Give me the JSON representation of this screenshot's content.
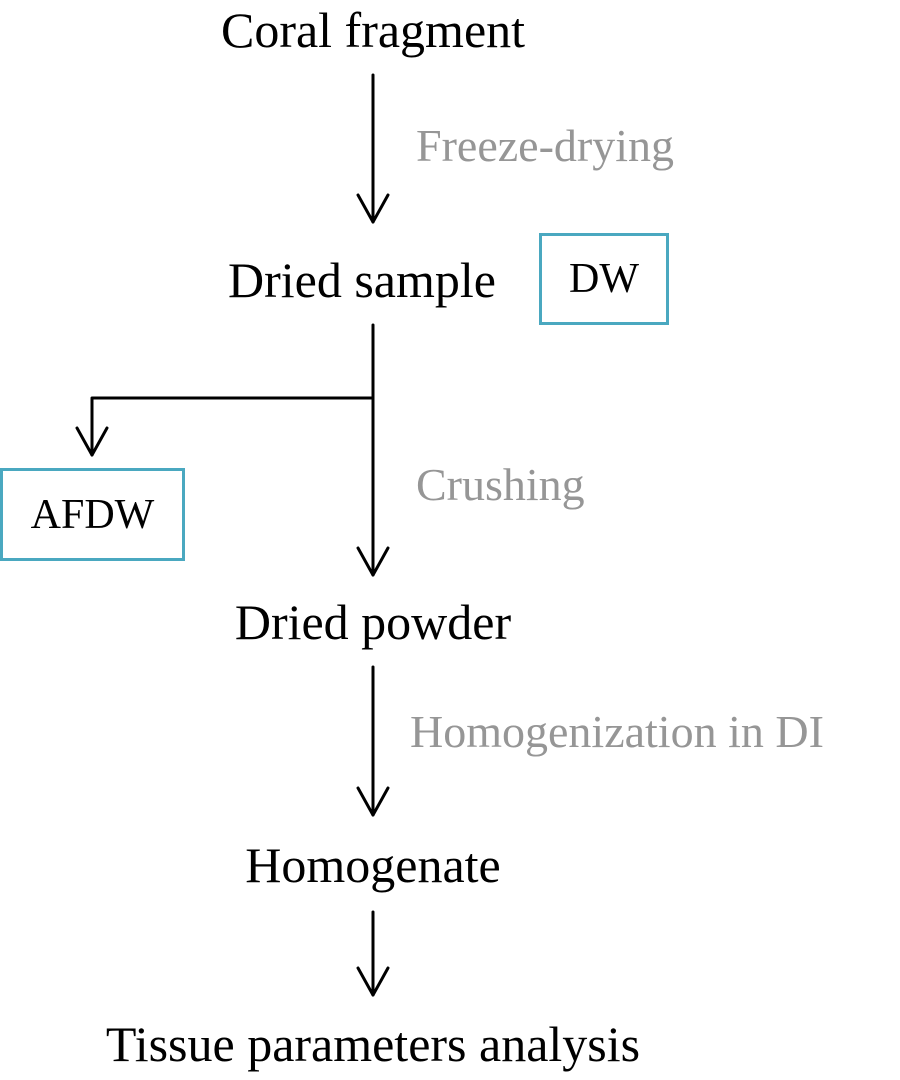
{
  "nodes": {
    "coral_fragment": "Coral fragment",
    "dried_sample": "Dried sample",
    "dried_powder": "Dried powder",
    "homogenate": "Homogenate",
    "tissue_analysis": "Tissue parameters analysis"
  },
  "steps": {
    "freeze_drying": "Freeze-drying",
    "crushing": "Crushing",
    "homogenization": "Homogenization in DI"
  },
  "boxes": {
    "dw": "DW",
    "afdw": "AFDW"
  },
  "colors": {
    "step_text": "#969696",
    "box_border": "#4aa8c0",
    "arrow": "#000000"
  }
}
